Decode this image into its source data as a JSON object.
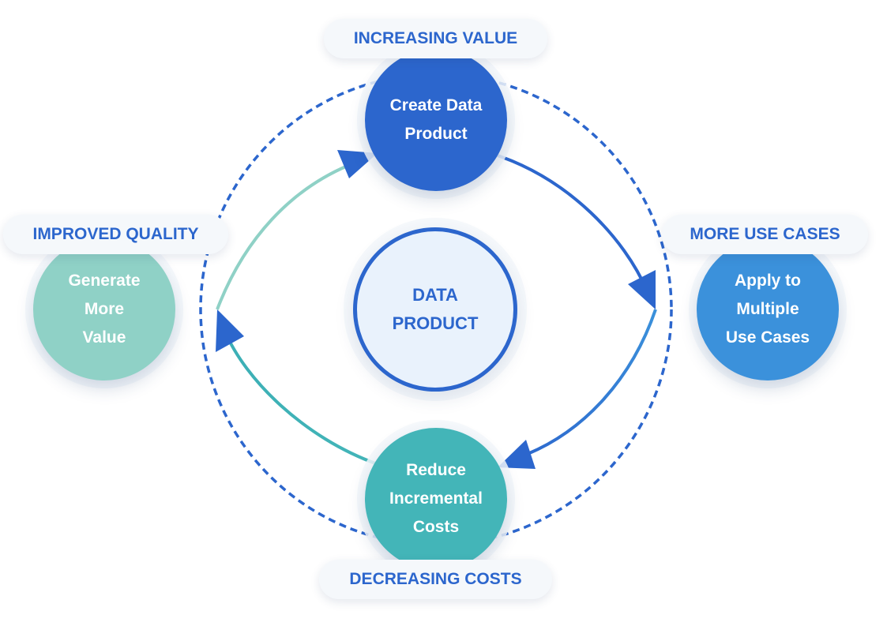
{
  "center": {
    "line1": "DATA",
    "line2": "PRODUCT"
  },
  "nodes": {
    "create": {
      "line1": "Create Data",
      "line2": "Product"
    },
    "apply": {
      "line1": "Apply to",
      "line2": "Multiple",
      "line3": "Use Cases"
    },
    "reduce": {
      "line1": "Reduce",
      "line2": "Incremental",
      "line3": "Costs"
    },
    "generate": {
      "line1": "Generate",
      "line2": "More",
      "line3": "Value"
    }
  },
  "labels": {
    "top": "INCREASING VALUE",
    "right": "MORE USE CASES",
    "bottom": "DECREASING COSTS",
    "left": "IMPROVED QUALITY"
  },
  "colors": {
    "primary_blue": "#2c66cd",
    "create_node": "#2c66cd",
    "apply_node": "#3b91db",
    "reduce_node": "#43b5b8",
    "generate_node": "#8fd1c6",
    "center_fill": "#e9f2fc",
    "label_text": "#2c66cd",
    "label_bg": "#f5f8fb"
  }
}
